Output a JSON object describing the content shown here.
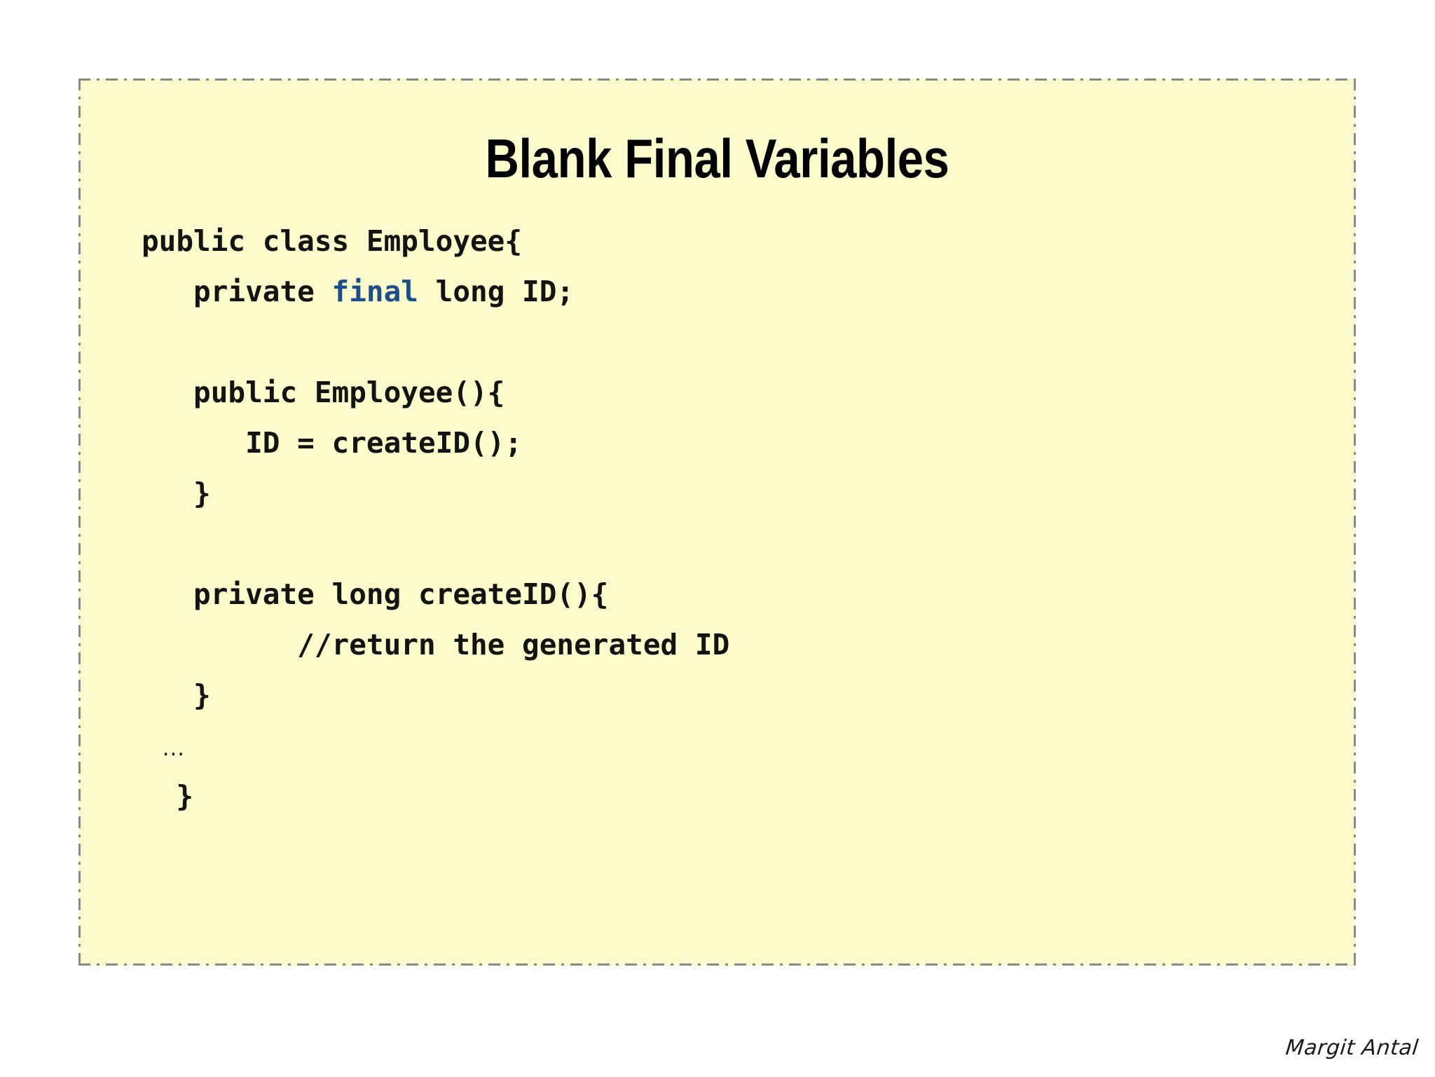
{
  "slide": {
    "title": "Blank Final Variables",
    "background_color": "#fcfbcc",
    "border_color": "#8a8a84",
    "border_style": "dash-dot",
    "page_background": "#ffffff"
  },
  "code": {
    "language": "java",
    "keyword_color": "#1a4f8a",
    "text_color": "#131313",
    "lines": [
      {
        "indent": 0,
        "segments": [
          {
            "text": "public class Employee{"
          }
        ]
      },
      {
        "indent": 1,
        "segments": [
          {
            "text": "private "
          },
          {
            "text": "final",
            "kind": "keyword"
          },
          {
            "text": " long ID;"
          }
        ]
      },
      {
        "indent": 0,
        "segments": [
          {
            "text": ""
          }
        ]
      },
      {
        "indent": 1,
        "segments": [
          {
            "text": "public Employee(){"
          }
        ]
      },
      {
        "indent": 2,
        "segments": [
          {
            "text": "ID = createID();"
          }
        ]
      },
      {
        "indent": 1,
        "segments": [
          {
            "text": "}"
          }
        ]
      },
      {
        "indent": 0,
        "segments": [
          {
            "text": ""
          }
        ]
      },
      {
        "indent": 1,
        "segments": [
          {
            "text": "private long createID(){"
          }
        ]
      },
      {
        "indent": 3,
        "segments": [
          {
            "text": "//return the generated ID"
          }
        ]
      },
      {
        "indent": 1,
        "segments": [
          {
            "text": "}"
          }
        ]
      },
      {
        "indent": 1,
        "segments": [
          {
            "text": "…",
            "kind": "ellipsis"
          }
        ]
      },
      {
        "indent": 0,
        "segments": [
          {
            "text": "  }"
          }
        ]
      }
    ],
    "full_text": "public class Employee{\n    private final long ID;\n\n    public Employee(){\n      ID = createID();\n    }\n\n    private long createID(){\n        //return the generated ID\n    }\n    …\n  }"
  },
  "footer": {
    "signature": "Margit Antal"
  }
}
